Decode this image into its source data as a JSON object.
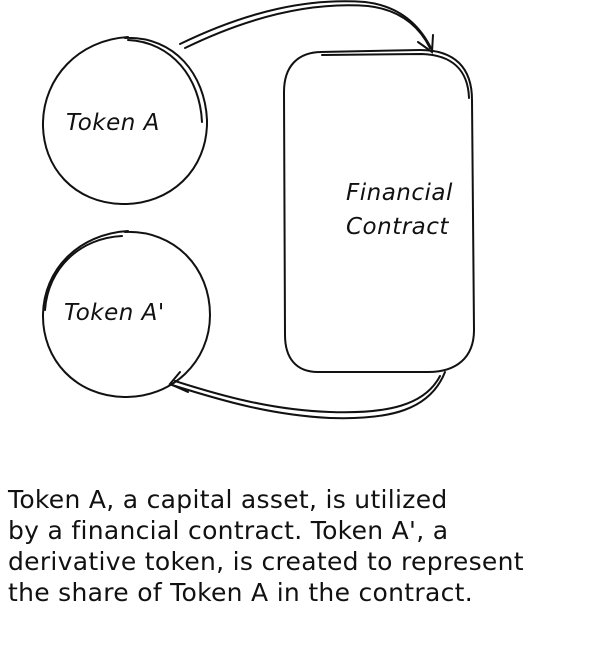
{
  "nodes": {
    "token_a": "Token A",
    "token_a_prime": "Token A'",
    "contract_line1": "Financial",
    "contract_line2": "Contract"
  },
  "caption": [
    "Token A, a capital asset, is utilized",
    "by a financial contract. Token A', a",
    "derivative token, is created to represent",
    "the share of Token A in the contract."
  ]
}
